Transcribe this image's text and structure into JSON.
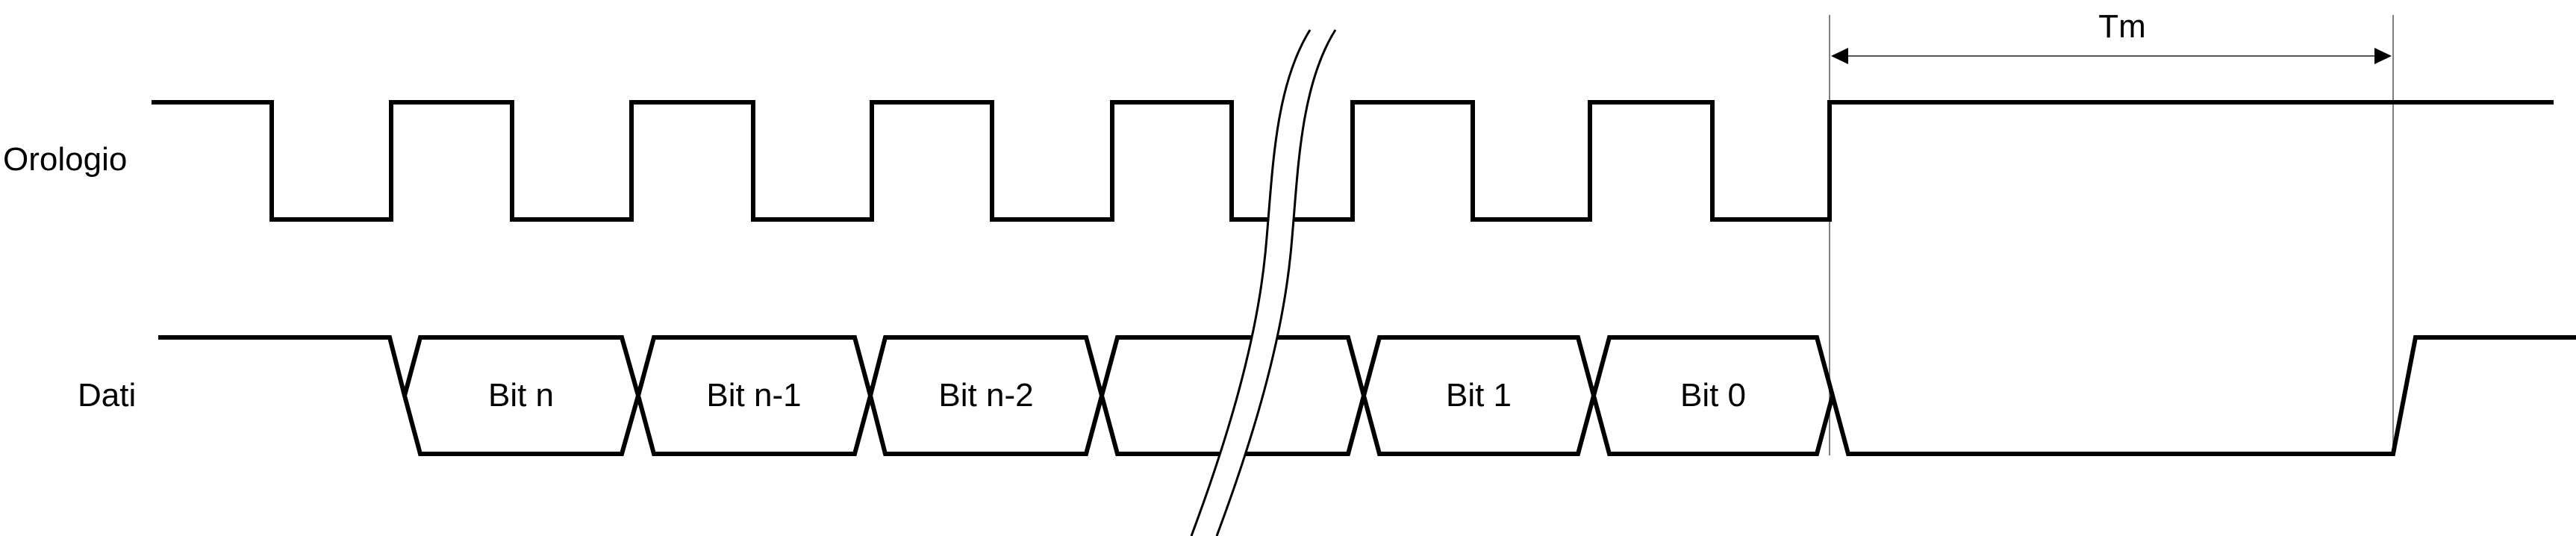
{
  "signals": {
    "clock_label": "Orologio",
    "data_label": "Dati"
  },
  "bits": [
    {
      "label": "Bit n"
    },
    {
      "label": "Bit n-1"
    },
    {
      "label": "Bit n-2"
    },
    {
      "label": ""
    },
    {
      "label": "Bit 1"
    },
    {
      "label": "Bit 0"
    }
  ],
  "dimension": {
    "label": "Tm"
  }
}
